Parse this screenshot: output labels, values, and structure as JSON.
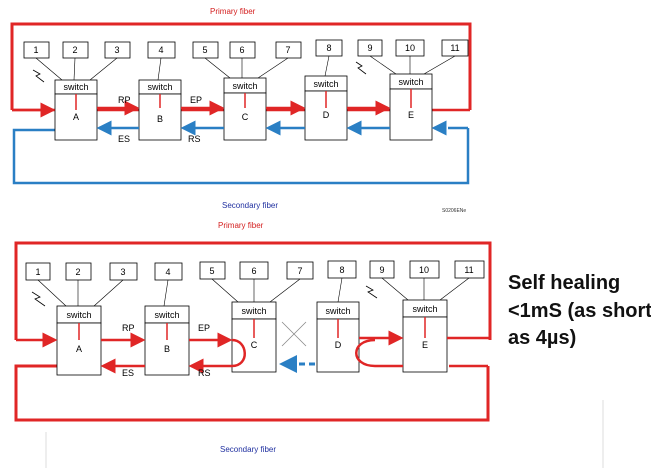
{
  "colors": {
    "primary": "#e02626",
    "secondary": "#2a7fc4",
    "outline": "#000000"
  },
  "top": {
    "primary_label": "Primary fiber",
    "secondary_label": "Secondary fiber",
    "figure_code": "S0206ENe",
    "devices": [
      "1",
      "2",
      "3",
      "4",
      "5",
      "6",
      "7",
      "8",
      "9",
      "10",
      "11"
    ],
    "switch_label": "switch",
    "nodes": [
      "A",
      "B",
      "C",
      "D",
      "E"
    ],
    "ports": {
      "rp": "RP",
      "ep": "EP",
      "es": "ES",
      "rs": "RS"
    }
  },
  "bottom": {
    "primary_label": "Primary fiber",
    "secondary_label": "Secondary fiber",
    "devices": [
      "1",
      "2",
      "3",
      "4",
      "5",
      "6",
      "7",
      "8",
      "9",
      "10",
      "11"
    ],
    "switch_label": "switch",
    "nodes": [
      "A",
      "B",
      "C",
      "D",
      "E"
    ],
    "ports": {
      "rp": "RP",
      "ep": "EP",
      "es": "ES",
      "rs": "RS"
    }
  },
  "note": {
    "line1": "Self healing",
    "line2": "<1mS (as short",
    "line3": "as 4µs)"
  }
}
